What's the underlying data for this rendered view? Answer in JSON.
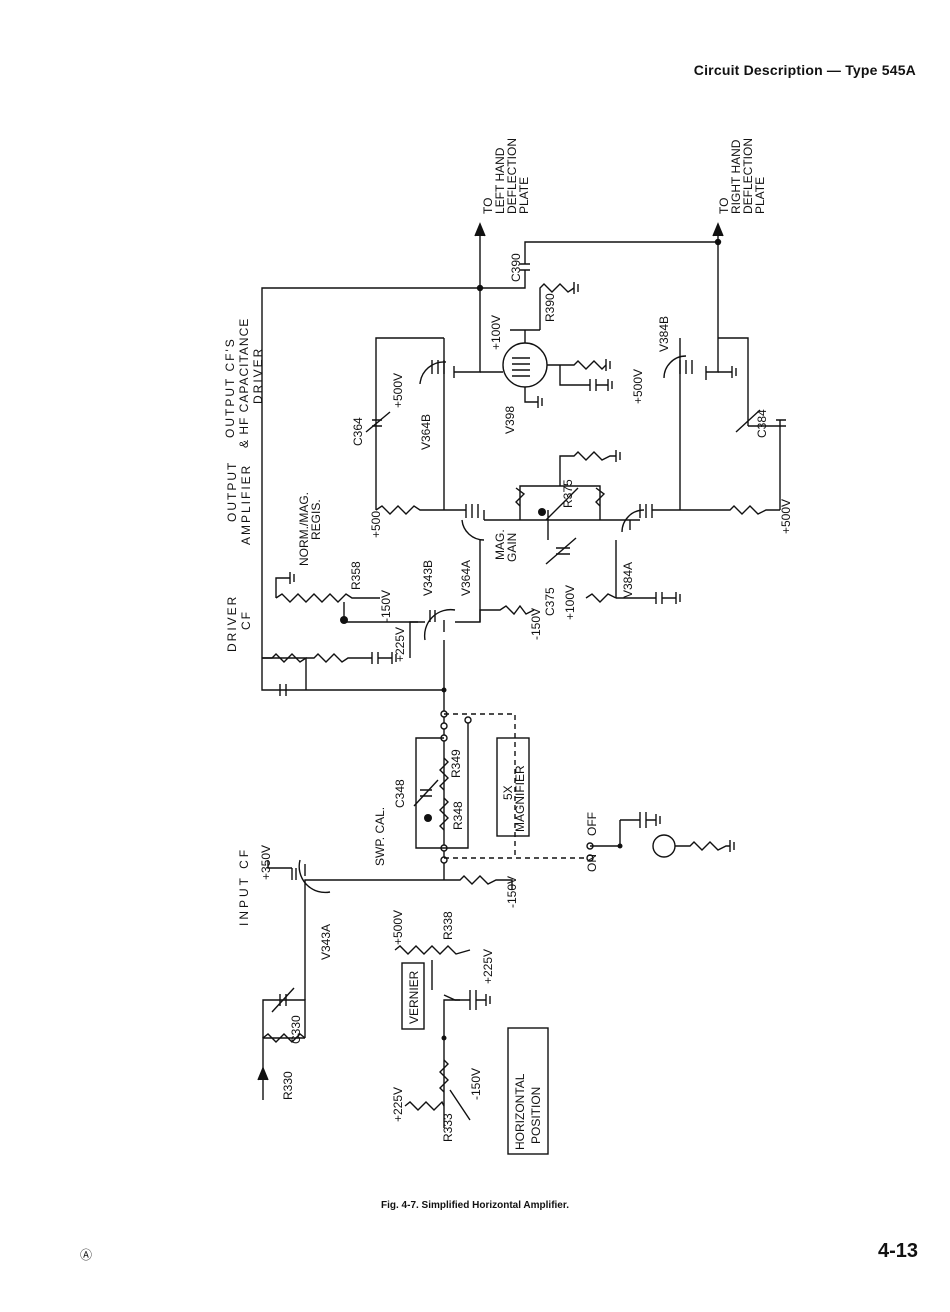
{
  "header": {
    "title": "Circuit Description — Type 545A"
  },
  "caption": "Fig. 4-7. Simplified Horizontal Amplifier.",
  "page_number": "4-13",
  "corner_mark": "Ⓐ",
  "diagram": {
    "sections": {
      "input_cf": "INPUT CF",
      "driver_cf_1": "DRIVER",
      "driver_cf_2": "CF",
      "output_amp_1": "OUTPUT",
      "output_amp_2": "AMPLIFIER",
      "output_cf_1": "OUTPUT CF'S",
      "output_cf_2": "& HF CAPACITANCE",
      "output_cf_3": "DRIVER"
    },
    "destinations": {
      "left_1": "TO",
      "left_2": "LEFT HAND",
      "left_3": "DEFLECTION",
      "left_4": "PLATE",
      "right_1": "TO",
      "right_2": "RIGHT HAND",
      "right_3": "DEFLECTION",
      "right_4": "PLATE"
    },
    "tubes": {
      "v343a": "V343A",
      "v343b": "V343B",
      "v364a": "V364A",
      "v364b": "V364B",
      "v384a": "V384A",
      "v384b": "V384B",
      "v398": "V398"
    },
    "components": {
      "r330": "R330",
      "c330": "C330",
      "r333": "R333",
      "r338": "R338",
      "r348": "R348",
      "r349": "R349",
      "c348": "C348",
      "r358": "R358",
      "c364": "C364",
      "c375": "C375",
      "r375": "R375",
      "c384": "C384",
      "r390": "R390",
      "c390": "C390"
    },
    "voltages": {
      "p350": "+350V",
      "p500_a": "+500V",
      "p225_a": "+225V",
      "p225_b": "+225V",
      "m150_a": "-150V",
      "m150_b": "-150V",
      "m150_c": "-150V",
      "m150_d": "-150V",
      "p225_c": "+225V",
      "p500_b": "+500",
      "p100_a": "+100V",
      "p500_c": "+500V",
      "p100_b": "+100V",
      "p500_d": "+500V",
      "p500_e": "+500V"
    },
    "boxes": {
      "horizontal_1": "HORIZONTAL",
      "horizontal_2": "POSITION",
      "vernier": "VERNIER",
      "magnifier_1": "5X",
      "magnifier_2": "MAGNIFIER"
    },
    "controls": {
      "swp_cal": "SWP. CAL.",
      "norm_mag_1": "NORM./MAG.",
      "norm_mag_2": "REGIS.",
      "mag_gain_1": "MAG.",
      "mag_gain_2": "GAIN"
    },
    "switch": {
      "off": "OFF",
      "on": "ON"
    }
  }
}
